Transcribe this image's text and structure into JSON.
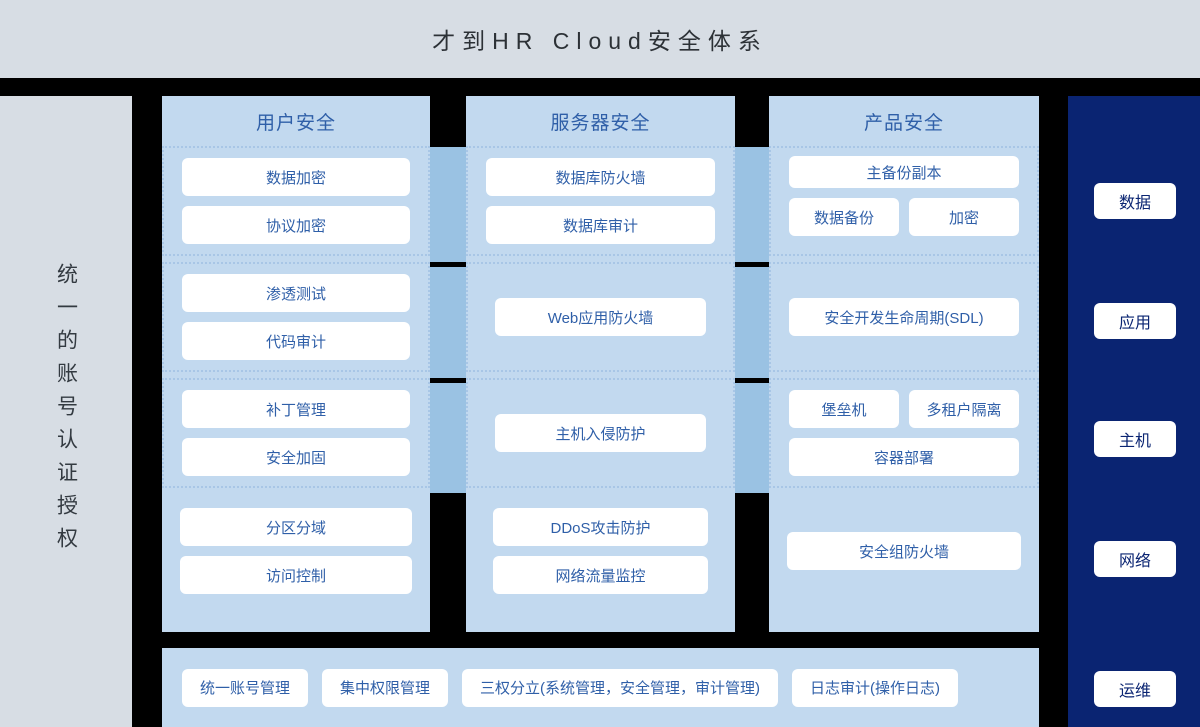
{
  "title": "才到HR Cloud安全体系",
  "colors": {
    "header_bg": "#d7dde4",
    "column_bg": "#c2d9ef",
    "connector": "#9ac2e3",
    "navy": "#0a2472",
    "chip_text": "#2f5fa8",
    "dotted_border": "#a8c6e6",
    "page_bg": "#000000"
  },
  "left_rail": {
    "label": "统一的账号认证授权"
  },
  "columns": [
    {
      "header": "用户安全",
      "bands": [
        {
          "dotted": true,
          "items": [
            {
              "label": "数据加密"
            },
            {
              "label": "协议加密"
            }
          ]
        },
        {
          "dotted": true,
          "items": [
            {
              "label": "渗透测试"
            },
            {
              "label": "代码审计"
            }
          ]
        },
        {
          "dotted": true,
          "items": [
            {
              "label": "补丁管理"
            },
            {
              "label": "安全加固"
            }
          ]
        },
        {
          "dotted": false,
          "items": [
            {
              "label": "分区分域"
            },
            {
              "label": "访问控制"
            }
          ]
        }
      ]
    },
    {
      "header": "服务器安全",
      "bands": [
        {
          "dotted": true,
          "items": [
            {
              "label": "数据库防火墙"
            },
            {
              "label": "数据库审计"
            }
          ]
        },
        {
          "dotted": true,
          "items": [
            {
              "label": "Web应用防火墙"
            }
          ]
        },
        {
          "dotted": true,
          "items": [
            {
              "label": "主机入侵防护"
            }
          ]
        },
        {
          "dotted": false,
          "items": [
            {
              "label": "DDoS攻击防护"
            },
            {
              "label": "网络流量监控"
            }
          ]
        }
      ]
    },
    {
      "header": "产品安全",
      "bands": [
        {
          "dotted": true,
          "items": [
            {
              "label": "主备份副本"
            }
          ],
          "pair": [
            "数据备份",
            "加密"
          ]
        },
        {
          "dotted": true,
          "items": [
            {
              "label": "安全开发生命周期(SDL)"
            }
          ]
        },
        {
          "dotted": true,
          "pair": [
            "堡垒机",
            "多租户隔离"
          ],
          "items": [
            {
              "label": "容器部署"
            }
          ]
        },
        {
          "dotted": false,
          "items": [
            {
              "label": "安全组防火墙"
            }
          ]
        }
      ]
    }
  ],
  "navy_rail": {
    "pills": [
      {
        "label": "数据"
      },
      {
        "label": "应用"
      },
      {
        "label": "主机"
      },
      {
        "label": "网络"
      },
      {
        "label": "运维"
      }
    ]
  },
  "bottom_bar": {
    "items": [
      {
        "label": "统一账号管理"
      },
      {
        "label": "集中权限管理"
      },
      {
        "label": "三权分立(系统管理，安全管理，审计管理)"
      },
      {
        "label": "日志审计(操作日志)"
      }
    ]
  }
}
